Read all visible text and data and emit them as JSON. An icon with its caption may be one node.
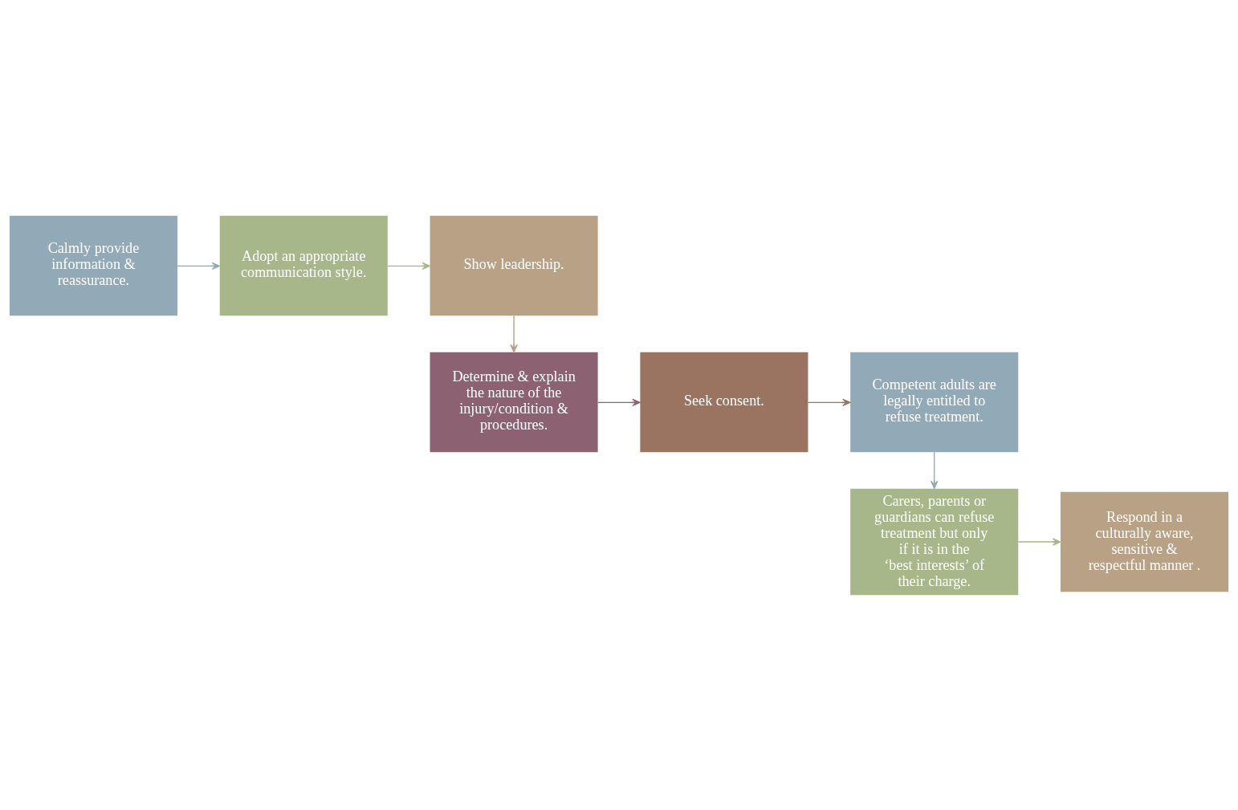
{
  "diagram": {
    "nodes": [
      {
        "text": [
          "Calmly provide information & reassurance."
        ]
      },
      {
        "text": [
          "Adopt an appropriate communication style."
        ]
      },
      {
        "text": [
          "Show leadership."
        ]
      },
      {
        "text": [
          "Determine & explain the nature of the injury/condition & procedures."
        ]
      },
      {
        "text": [
          "Seek consent."
        ]
      },
      {
        "text": [
          "Competent adults are legally entitled to refuse treatment."
        ]
      },
      {
        "text": [
          "Carers, parents or guardians can refuse treatment but only if it is in the ‘best interests’ of their charge."
        ]
      },
      {
        "text": [
          "Respond in a culturally aware, sensitive & respectful manner ."
        ]
      }
    ],
    "edges": [
      {
        "from": 0,
        "to": 1,
        "arrow": "to",
        "color": "#92aab8"
      },
      {
        "from": 1,
        "to": 2,
        "arrow": "to",
        "color": "#a7b78a"
      },
      {
        "from": 2,
        "to": 3,
        "arrow": "to",
        "color": "#b9a186"
      },
      {
        "from": 3,
        "to": 4,
        "arrow": "to",
        "color": "#8c6272"
      },
      {
        "from": 4,
        "to": 5,
        "arrow": "to",
        "color": "#9a7460"
      },
      {
        "from": 5,
        "to": 6,
        "arrow": "to",
        "color": "#92aab8"
      },
      {
        "from": 6,
        "to": 7,
        "arrow": "to",
        "color": "#a7b78a"
      }
    ]
  }
}
